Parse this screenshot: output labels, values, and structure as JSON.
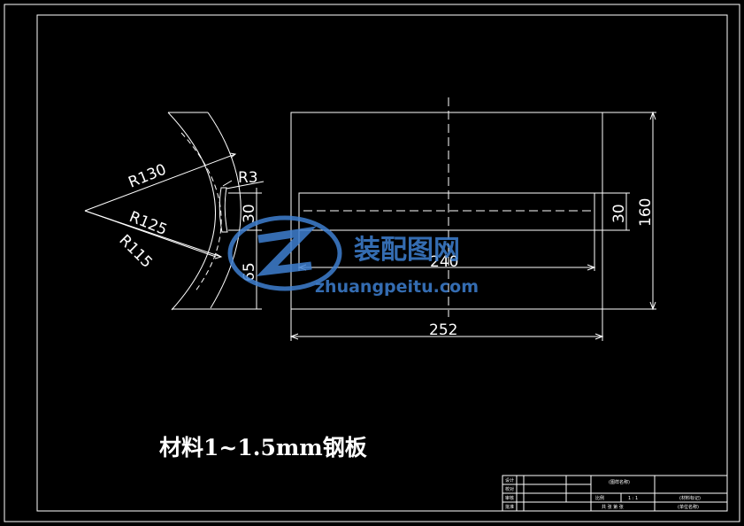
{
  "drawing": {
    "left_view": {
      "radius_outer": "R130",
      "radius_mid": "R125",
      "radius_inner": "R115",
      "radius_small": "R3",
      "dim_slot": "30",
      "dim_lower": "65"
    },
    "right_view": {
      "dim_total_width": "252",
      "dim_slot_length": "240",
      "dim_slot_height": "30",
      "dim_total_height": "160"
    },
    "material_note": "材料1~1.5mm钢板",
    "watermark": {
      "brand": "装配图网",
      "url": "zhuangpeitu.com"
    },
    "title_block": {
      "row_labels": [
        "设计",
        "校对",
        "审核",
        "批准"
      ],
      "name_box": "(图样名称)",
      "scale_label": "比例",
      "scale_value": "1 : 1",
      "material_box": "(材料标记)",
      "sheet_info": "共 张  第 张",
      "unit_box": "(单位名称)"
    },
    "colors": {
      "background": "#000000",
      "lines": "#ffffff",
      "watermark": "#3e7fd0"
    }
  }
}
